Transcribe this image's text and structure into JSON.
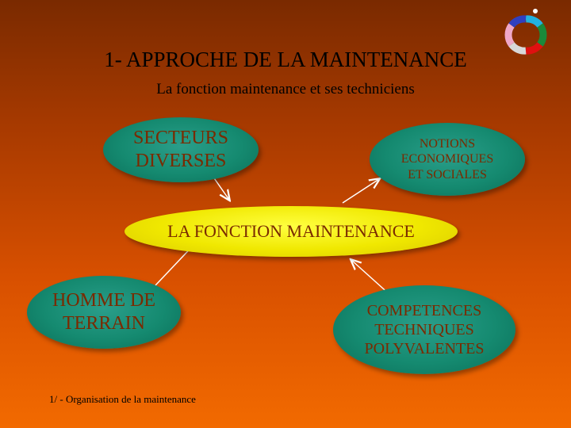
{
  "slide": {
    "title": "1- APPROCHE DE LA MAINTENANCE",
    "subtitle": "La fonction maintenance et ses techniciens",
    "footer": "1/ - Organisation de la maintenance"
  },
  "nodes": {
    "secteurs": "SECTEURS\nDIVERSES",
    "notions": "NOTIONS\nECONOMIQUES\nET SOCIALES",
    "fonction": "LA FONCTION MAINTENANCE",
    "homme": "HOMME DE\nTERRAIN",
    "competences": "COMPETENCES\nTECHNIQUES\nPOLYVALENTES"
  },
  "colors": {
    "node_fill": "#158a70",
    "center_fill": "#f0e800",
    "node_text": "#7a2a00",
    "background_top": "#7a2a00",
    "background_bottom": "#f26a00"
  },
  "icons": {
    "logo": "color-ring-logo-icon"
  }
}
